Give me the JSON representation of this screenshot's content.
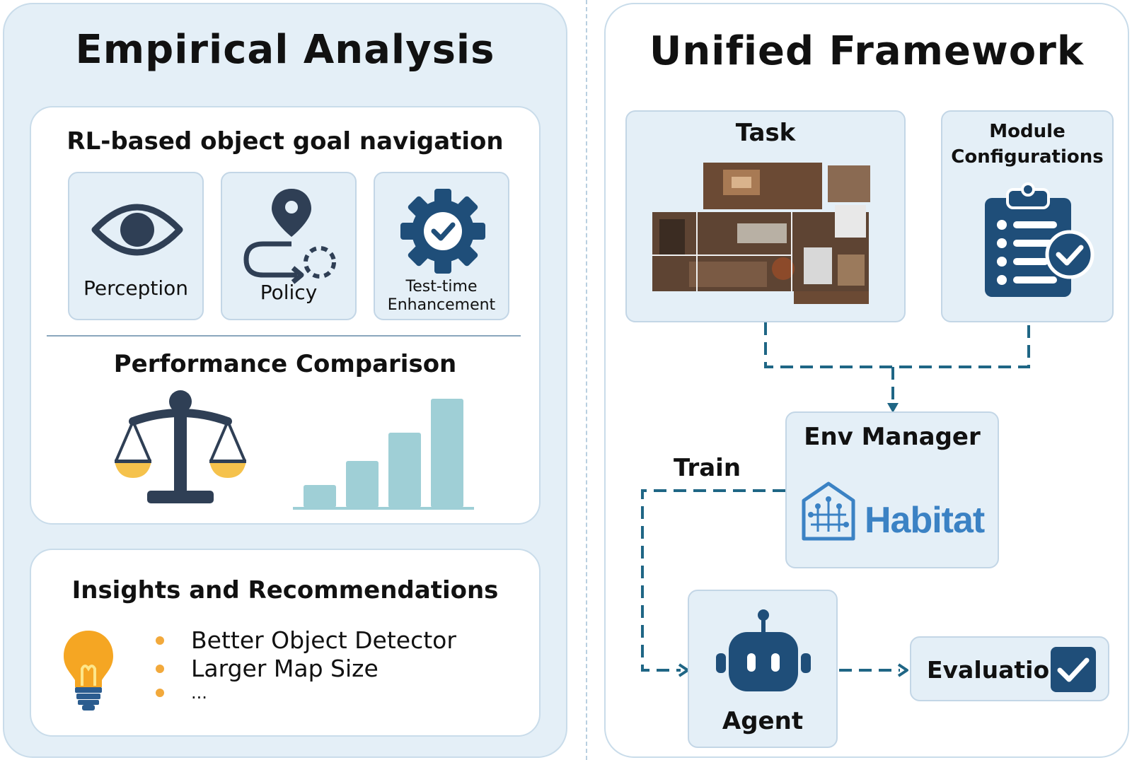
{
  "left": {
    "title": "Empirical Analysis",
    "rl_section": {
      "title": "RL-based object goal navigation",
      "modules": [
        {
          "label": "Perception",
          "icon": "eye-icon"
        },
        {
          "label": "Policy",
          "icon": "route-pin-icon"
        },
        {
          "label": "Test-time",
          "label2": "Enhancement",
          "icon": "gear-check-icon"
        }
      ]
    },
    "performance": {
      "title": "Performance Comparison",
      "icons": [
        "balance-scale-icon",
        "bar-chart-icon"
      ]
    },
    "insights": {
      "title": "Insights and Recommendations",
      "icon": "lightbulb-icon",
      "bullets": [
        "Better Object Detector",
        "Larger Map Size",
        "..."
      ]
    }
  },
  "right": {
    "title": "Unified Framework",
    "task": {
      "label": "Task",
      "icon": "floorplan-image"
    },
    "module_config": {
      "label_line1": "Module",
      "label_line2": "Configurations",
      "icon": "clipboard-check-icon"
    },
    "env_manager": {
      "label": "Env Manager",
      "brand": "Habitat",
      "icon": "habitat-logo-icon"
    },
    "train_label": "Train",
    "agent": {
      "label": "Agent",
      "icon": "robot-icon"
    },
    "evaluation": {
      "label": "Evaluation",
      "icon": "checkbox-icon"
    }
  },
  "colors": {
    "navy": "#1f4e79",
    "slate": "#2f3f55",
    "teal_bar": "#9fcfd6",
    "yellow": "#f5c24c",
    "bullet_orange": "#f2a93b",
    "habitat_blue": "#3b82c4",
    "panel_bg": "#e4eff7"
  }
}
